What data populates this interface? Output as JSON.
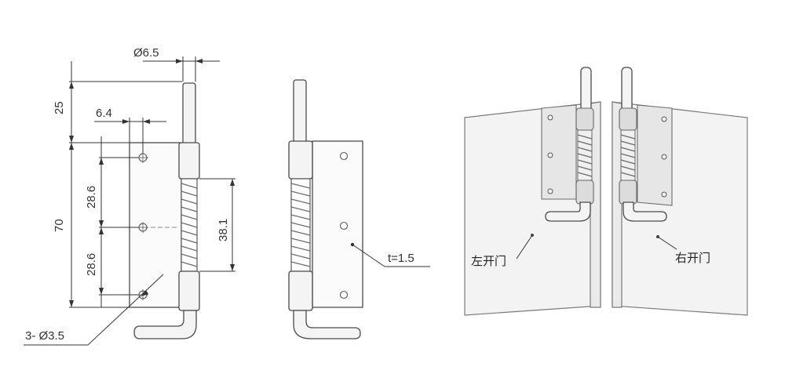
{
  "front_view": {
    "pin_diameter": "Ø6.5",
    "top_offset": "25",
    "hole_offset": "6.4",
    "total_height": "70",
    "upper_pitch": "28.6",
    "lower_pitch": "28.6",
    "spring_length": "38.1",
    "holes_callout": "3- Ø3.5"
  },
  "side_view": {
    "thickness": "t=1.5"
  },
  "iso_view": {
    "left_label": "左开门",
    "right_label": "右开门"
  }
}
